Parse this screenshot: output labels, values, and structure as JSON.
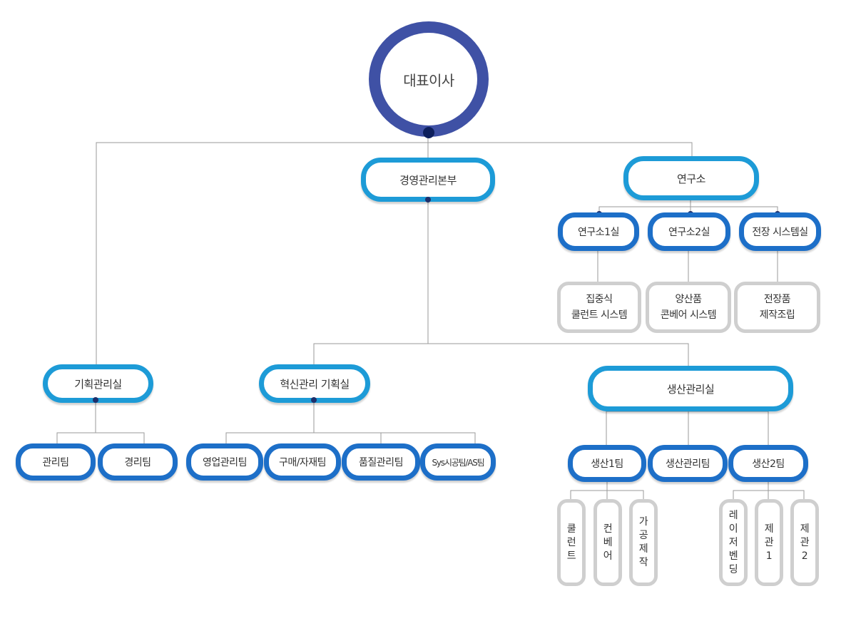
{
  "ceo": "대표이사",
  "divisions": {
    "management": "경영관리본부",
    "research": "연구소"
  },
  "research_labs": [
    "연구소1실",
    "연구소2실",
    "전장 시스템실"
  ],
  "research_products": [
    [
      "집중식",
      "쿨런트 시스템"
    ],
    [
      "양산품",
      "콘베어 시스템"
    ],
    [
      "전장품",
      "제작조립"
    ]
  ],
  "departments": {
    "planning": "기획관리실",
    "innovation": "혁신관리 기획실",
    "production": "생산관리실"
  },
  "planning_teams": [
    "관리팀",
    "경리팀"
  ],
  "innovation_teams": [
    "영업관리팀",
    "구매/자재팀",
    "품질관리팀",
    "Sys시공팀/AS팀"
  ],
  "production_teams": [
    "생산1팀",
    "생산관리팀",
    "생산2팀"
  ],
  "team1_units": [
    "쿨런트",
    "컨베어",
    "가공제작"
  ],
  "team2_units": [
    "레이저벤딩",
    "제관1",
    "제관2"
  ],
  "colors": {
    "ceo_ring": "#3f51a5",
    "level1": "#1d9bd7",
    "level2": "#1d6fc8",
    "leaf": "#cfcfcf",
    "line": "#9a9a9a"
  }
}
